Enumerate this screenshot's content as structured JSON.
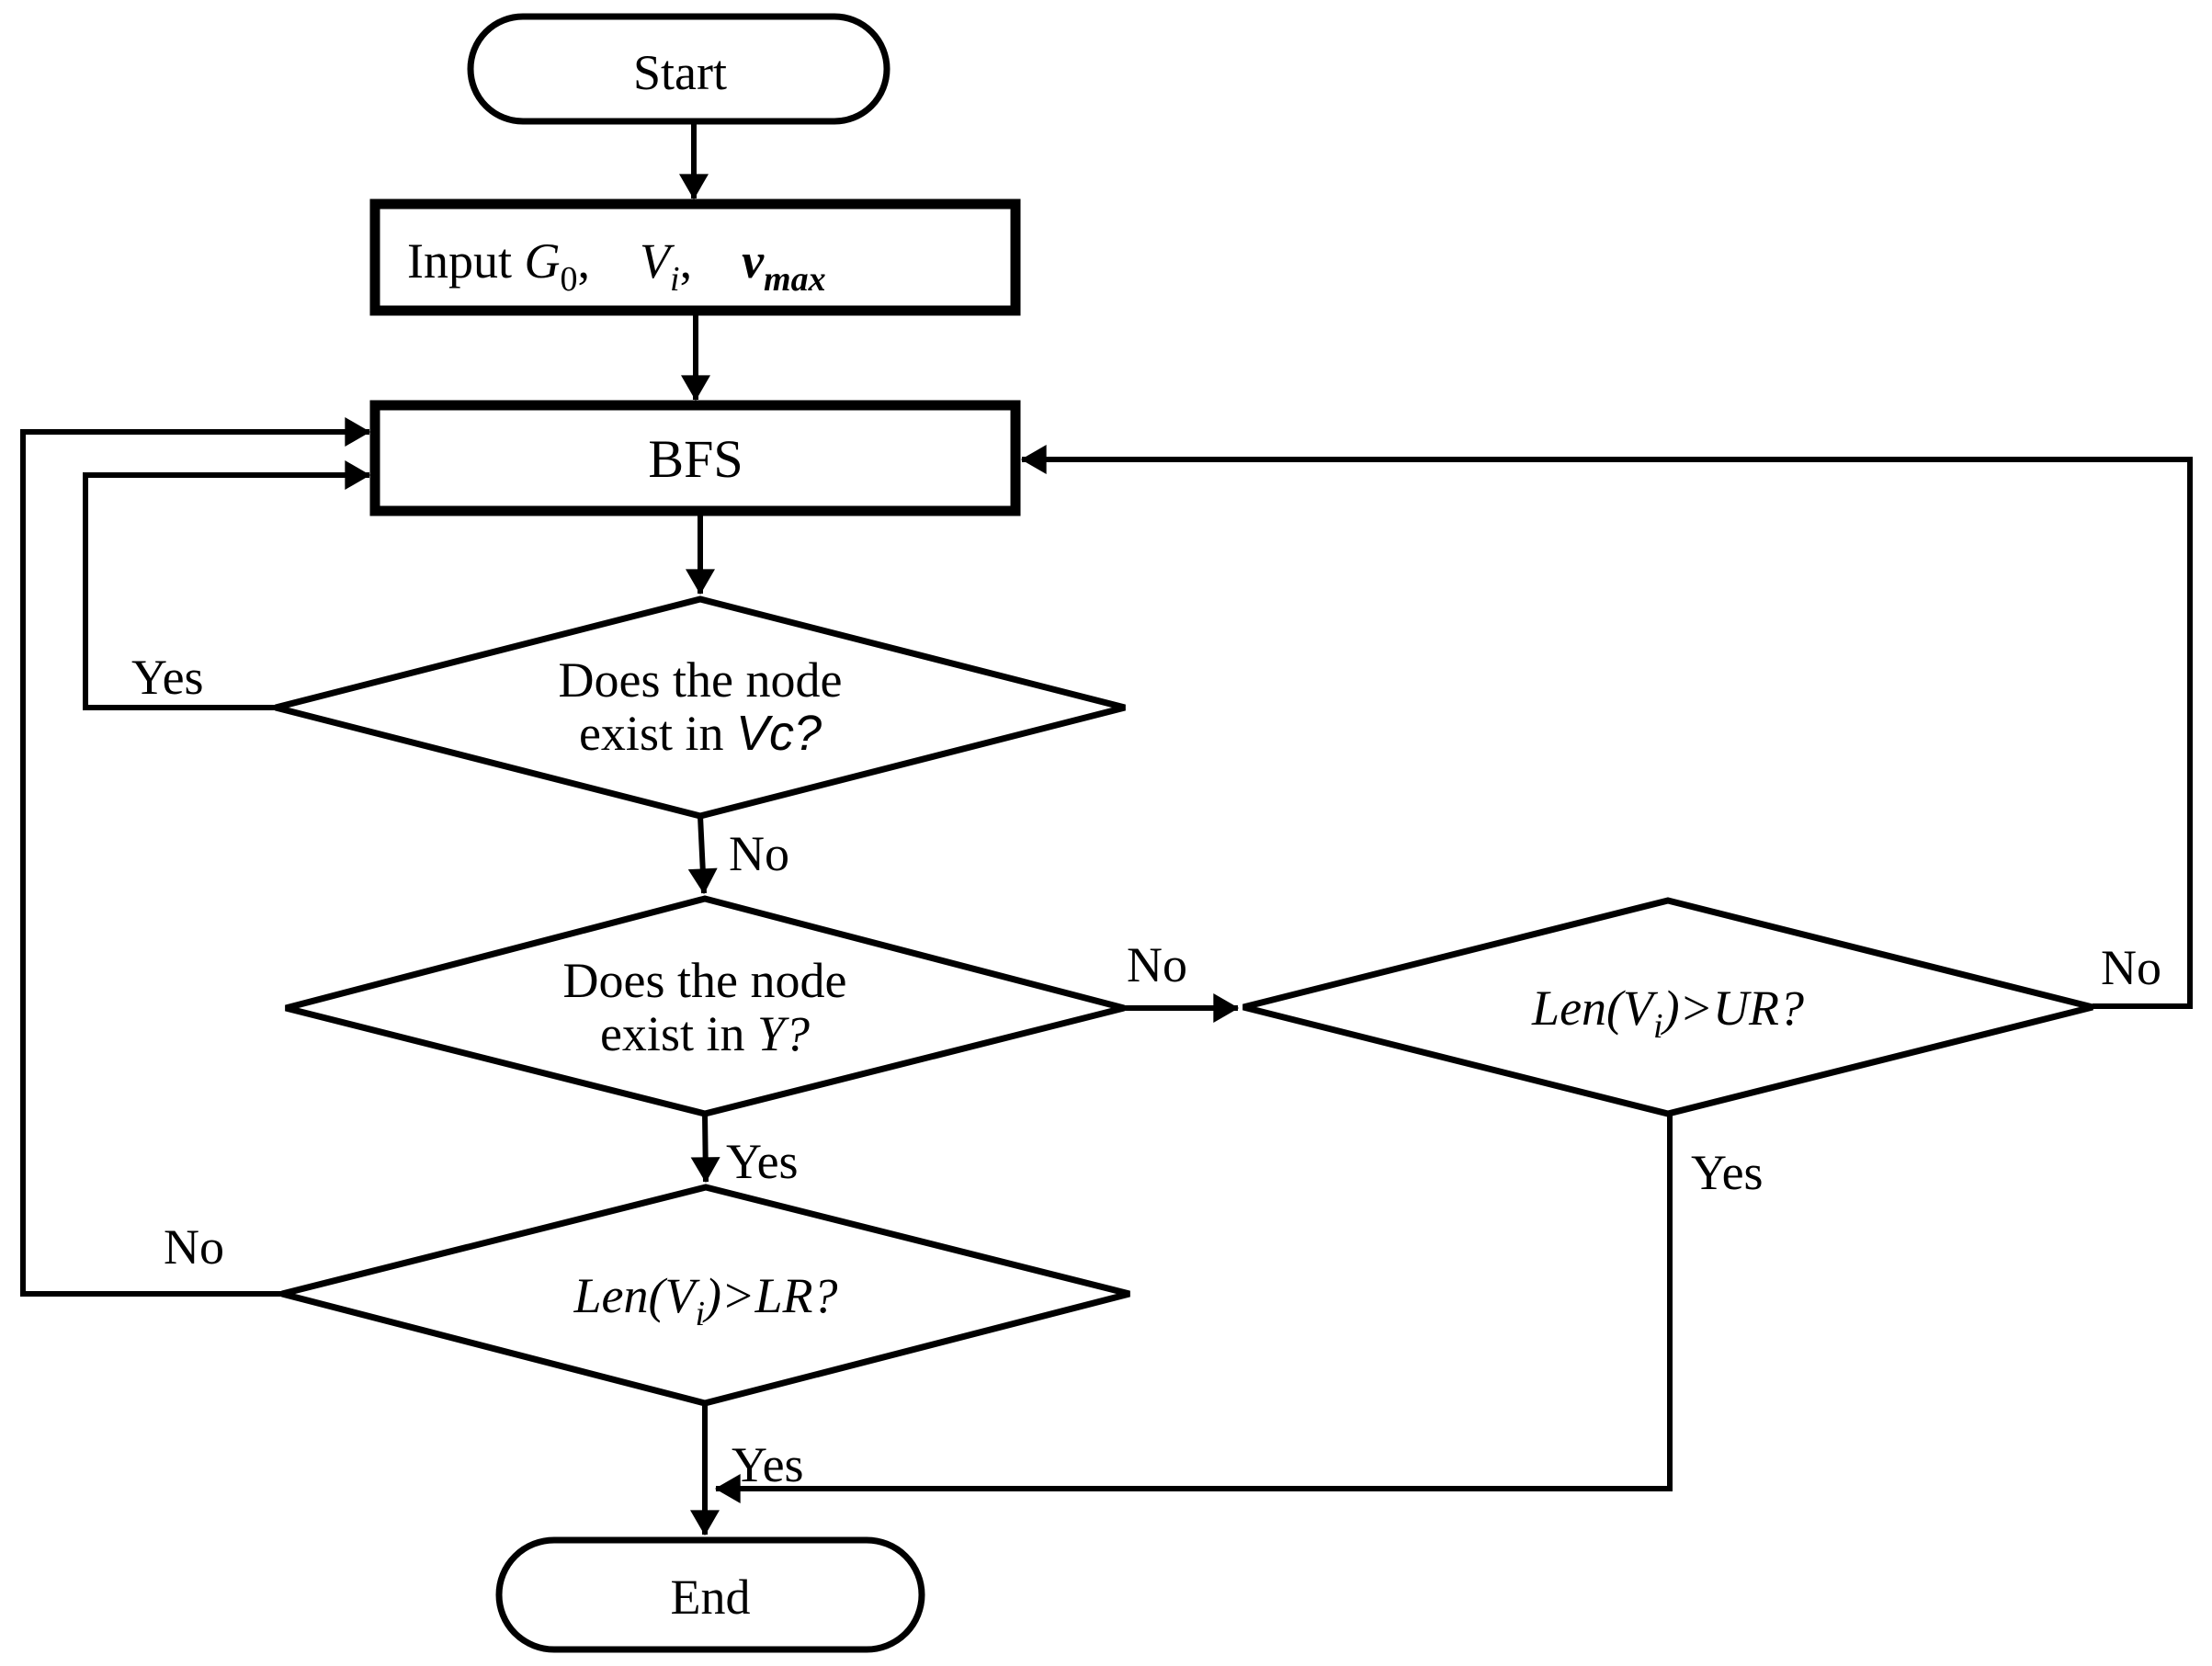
{
  "title": "BFS community detection flowchart",
  "colors": {
    "line": "#000000",
    "shape_fill": "#ffffff",
    "background": "#ffffff"
  },
  "nodes": {
    "start": {
      "label": "Start"
    },
    "input": {
      "prefix": "Input ",
      "g": "G",
      "g_sub": "0",
      "sep1": ",  ",
      "v": "V",
      "v_sub": "i",
      "sep2": ",  ",
      "vmax": "v",
      "vmax_sub": "max"
    },
    "bfs": {
      "label": "BFS"
    },
    "vc": {
      "line1": "Does the node",
      "line2_prefix": "exist in ",
      "var": "Vc?"
    },
    "y": {
      "line1": "Does the node",
      "line2_prefix": "exist in ",
      "var": "Y?"
    },
    "ur": {
      "fn": "Len(V",
      "fn_sub": "i",
      "rest": ")>UR?"
    },
    "lr": {
      "fn": "Len(V",
      "fn_sub": "i",
      "rest": ")>LR?"
    },
    "end": {
      "label": "End"
    }
  },
  "edges": {
    "vc_yes": "Yes",
    "vc_no": "No",
    "y_yes": "Yes",
    "y_no": "No",
    "ur_yes": "Yes",
    "ur_no": "No",
    "lr_yes": "Yes",
    "lr_no": "No"
  }
}
